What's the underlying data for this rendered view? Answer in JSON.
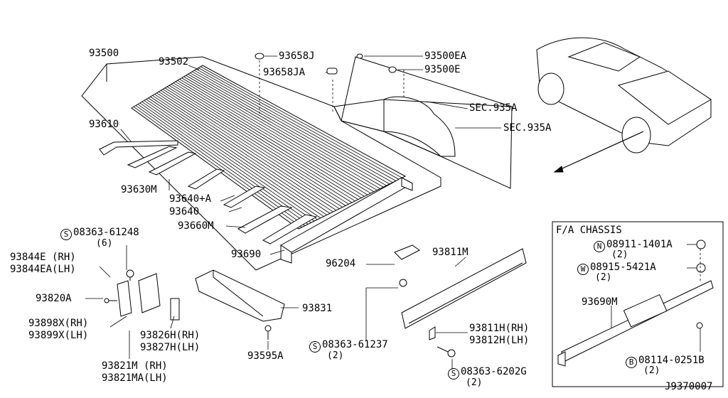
{
  "diagram": {
    "figure_code": "J9370007",
    "inset_title": "F/A CHASSIS",
    "labels": {
      "p93500": "93500",
      "p93502": "93502",
      "p93610": "93610",
      "p93630m": "93630M",
      "p93640a": "93640+A",
      "p93640": "93640",
      "p93660m": "93660M",
      "p93690": "93690",
      "p93658j": "93658J",
      "p93658ja": "93658JA",
      "p93500ea": "93500EA",
      "p93500e": "93500E",
      "sec1": "SEC.935A",
      "sec2": "SEC.935A",
      "p08363_61248": "08363-61248",
      "p08363_61248_q": "(6)",
      "p93844e": "93844E (RH)",
      "p93844ea": "93844EA(LH)",
      "p93820a": "93820A",
      "p93898x": "93898X(RH)",
      "p93899x": "93899X(LH)",
      "p93821m": "93821M (RH)",
      "p93821ma": "93821MA(LH)",
      "p93826h": "93826H(RH)",
      "p93827h": "93827H(LH)",
      "p93831": "93831",
      "p93595a": "93595A",
      "p96204": "96204",
      "p93811m": "93811M",
      "p93811h": "93811H(RH)",
      "p93812h": "93812H(LH)",
      "p08363_61237": "08363-61237",
      "p08363_61237_q": "(2)",
      "p08363_6202g": "08363-6202G",
      "p08363_6202g_q": "(2)",
      "p08911": "08911-1401A",
      "p08911_q": "(2)",
      "p08915": "08915-5421A",
      "p08915_q": "(2)",
      "p93690m": "93690M",
      "p08114": "08114-0251B",
      "p08114_q": "(2)"
    },
    "prefix_symbols": {
      "s": "S",
      "n": "N",
      "w": "W",
      "b": "B"
    }
  }
}
